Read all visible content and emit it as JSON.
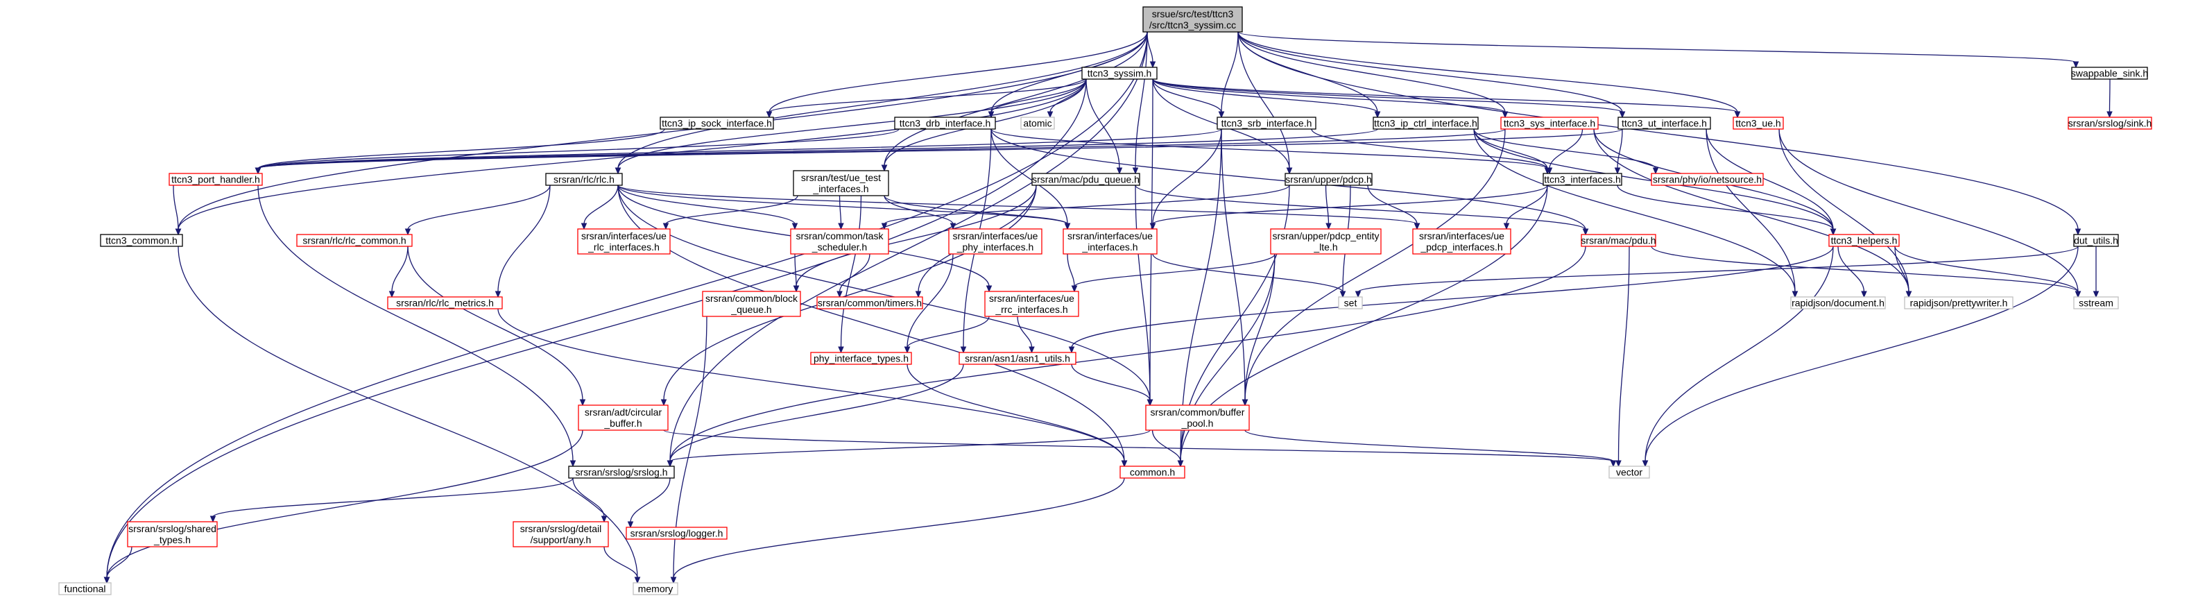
{
  "colors": {
    "edge": "#191970",
    "documented_border": "#000000",
    "undocumented_border": "#ff0000",
    "external_border": "#bfbfbf",
    "root_fill": "#bfbfbf"
  },
  "legend_kinds": {
    "root": "file being documented",
    "black": "header with documentation",
    "red": "header without documentation",
    "grey": "system / library header"
  },
  "nodes": [
    {
      "id": "root",
      "lines": [
        "srsue/src/test/ttcn3",
        "/src/ttcn3_syssim.cc"
      ],
      "kind": "root"
    },
    {
      "id": "syssim_h",
      "lines": [
        "ttcn3_syssim.h"
      ],
      "kind": "black"
    },
    {
      "id": "swappable_sink",
      "lines": [
        "swappable_sink.h"
      ],
      "kind": "black"
    },
    {
      "id": "srslog_sink",
      "lines": [
        "srsran/srslog/sink.h"
      ],
      "kind": "red"
    },
    {
      "id": "ip_sock",
      "lines": [
        "ttcn3_ip_sock_interface.h"
      ],
      "kind": "black"
    },
    {
      "id": "drb",
      "lines": [
        "ttcn3_drb_interface.h"
      ],
      "kind": "black"
    },
    {
      "id": "atomic",
      "lines": [
        "atomic"
      ],
      "kind": "grey"
    },
    {
      "id": "srb",
      "lines": [
        "ttcn3_srb_interface.h"
      ],
      "kind": "black"
    },
    {
      "id": "ip_ctrl",
      "lines": [
        "ttcn3_ip_ctrl_interface.h"
      ],
      "kind": "black"
    },
    {
      "id": "sys_if",
      "lines": [
        "ttcn3_sys_interface.h"
      ],
      "kind": "red"
    },
    {
      "id": "ut_if",
      "lines": [
        "ttcn3_ut_interface.h"
      ],
      "kind": "black"
    },
    {
      "id": "ttcn3_ue",
      "lines": [
        "ttcn3_ue.h"
      ],
      "kind": "red"
    },
    {
      "id": "port_handler",
      "lines": [
        "ttcn3_port_handler.h"
      ],
      "kind": "red"
    },
    {
      "id": "rlc",
      "lines": [
        "srsran/rlc/rlc.h"
      ],
      "kind": "black"
    },
    {
      "id": "ue_test_if",
      "lines": [
        "srsran/test/ue_test",
        "_interfaces.h"
      ],
      "kind": "black"
    },
    {
      "id": "pdu_queue",
      "lines": [
        "srsran/mac/pdu_queue.h"
      ],
      "kind": "black"
    },
    {
      "id": "pdcp",
      "lines": [
        "srsran/upper/pdcp.h"
      ],
      "kind": "black"
    },
    {
      "id": "ttcn3_ifs",
      "lines": [
        "ttcn3_interfaces.h"
      ],
      "kind": "black"
    },
    {
      "id": "netsource",
      "lines": [
        "srsran/phy/io/netsource.h"
      ],
      "kind": "red"
    },
    {
      "id": "ttcn3_common",
      "lines": [
        "ttcn3_common.h"
      ],
      "kind": "black"
    },
    {
      "id": "rlc_common",
      "lines": [
        "srsran/rlc/rlc_common.h"
      ],
      "kind": "red"
    },
    {
      "id": "rlc_ifs",
      "lines": [
        "srsran/interfaces/ue",
        "_rlc_interfaces.h"
      ],
      "kind": "red"
    },
    {
      "id": "task_sched",
      "lines": [
        "srsran/common/task",
        "_scheduler.h"
      ],
      "kind": "red"
    },
    {
      "id": "phy_ifs",
      "lines": [
        "srsran/interfaces/ue",
        "_phy_interfaces.h"
      ],
      "kind": "red"
    },
    {
      "id": "ue_ifs",
      "lines": [
        "srsran/interfaces/ue",
        "_interfaces.h"
      ],
      "kind": "red"
    },
    {
      "id": "pdcp_entity",
      "lines": [
        "srsran/upper/pdcp_entity",
        "_lte.h"
      ],
      "kind": "red"
    },
    {
      "id": "pdcp_ifs",
      "lines": [
        "srsran/interfaces/ue",
        "_pdcp_interfaces.h"
      ],
      "kind": "red"
    },
    {
      "id": "mac_pdu",
      "lines": [
        "srsran/mac/pdu.h"
      ],
      "kind": "red"
    },
    {
      "id": "helpers",
      "lines": [
        "ttcn3_helpers.h"
      ],
      "kind": "red"
    },
    {
      "id": "dut_utils",
      "lines": [
        "dut_utils.h"
      ],
      "kind": "black"
    },
    {
      "id": "rlc_metrics",
      "lines": [
        "srsran/rlc/rlc_metrics.h"
      ],
      "kind": "red"
    },
    {
      "id": "block_queue",
      "lines": [
        "srsran/common/block",
        "_queue.h"
      ],
      "kind": "red"
    },
    {
      "id": "timers",
      "lines": [
        "srsran/common/timers.h"
      ],
      "kind": "red"
    },
    {
      "id": "rrc_ifs",
      "lines": [
        "srsran/interfaces/ue",
        "_rrc_interfaces.h"
      ],
      "kind": "red"
    },
    {
      "id": "set",
      "lines": [
        "set"
      ],
      "kind": "grey"
    },
    {
      "id": "rj_doc",
      "lines": [
        "rapidjson/document.h"
      ],
      "kind": "grey"
    },
    {
      "id": "rj_pw",
      "lines": [
        "rapidjson/prettywriter.h"
      ],
      "kind": "grey"
    },
    {
      "id": "sstream",
      "lines": [
        "sstream"
      ],
      "kind": "grey"
    },
    {
      "id": "phy_types",
      "lines": [
        "phy_interface_types.h"
      ],
      "kind": "red"
    },
    {
      "id": "asn1_utils",
      "lines": [
        "srsran/asn1/asn1_utils.h"
      ],
      "kind": "red"
    },
    {
      "id": "circ_buf",
      "lines": [
        "srsran/adt/circular",
        "_buffer.h"
      ],
      "kind": "red"
    },
    {
      "id": "buffer_pool",
      "lines": [
        "srsran/common/buffer",
        "_pool.h"
      ],
      "kind": "red"
    },
    {
      "id": "srslog",
      "lines": [
        "srsran/srslog/srslog.h"
      ],
      "kind": "black"
    },
    {
      "id": "common",
      "lines": [
        "common.h"
      ],
      "kind": "red"
    },
    {
      "id": "vector",
      "lines": [
        "vector"
      ],
      "kind": "grey"
    },
    {
      "id": "shared_types",
      "lines": [
        "srsran/srslog/shared",
        "_types.h"
      ],
      "kind": "red"
    },
    {
      "id": "detail_any",
      "lines": [
        "srsran/srslog/detail",
        "/support/any.h"
      ],
      "kind": "red"
    },
    {
      "id": "logger",
      "lines": [
        "srsran/srslog/logger.h"
      ],
      "kind": "red"
    },
    {
      "id": "functional",
      "lines": [
        "functional"
      ],
      "kind": "grey"
    },
    {
      "id": "memory",
      "lines": [
        "memory"
      ],
      "kind": "grey"
    }
  ],
  "edges": [
    [
      "root",
      "syssim_h"
    ],
    [
      "root",
      "swappable_sink"
    ],
    [
      "root",
      "ip_sock"
    ],
    [
      "root",
      "drb"
    ],
    [
      "root",
      "srb"
    ],
    [
      "root",
      "ip_ctrl"
    ],
    [
      "root",
      "sys_if"
    ],
    [
      "root",
      "ut_if"
    ],
    [
      "root",
      "ttcn3_ue"
    ],
    [
      "root",
      "ue_test_if"
    ],
    [
      "root",
      "pdu_queue"
    ],
    [
      "root",
      "pdcp"
    ],
    [
      "root",
      "rlc"
    ],
    [
      "root",
      "ttcn3_common"
    ],
    [
      "root",
      "dut_utils"
    ],
    [
      "root",
      "srslog"
    ],
    [
      "root",
      "functional"
    ],
    [
      "swappable_sink",
      "srslog_sink"
    ],
    [
      "syssim_h",
      "ip_sock"
    ],
    [
      "syssim_h",
      "drb"
    ],
    [
      "syssim_h",
      "atomic"
    ],
    [
      "syssim_h",
      "srb"
    ],
    [
      "syssim_h",
      "ip_ctrl"
    ],
    [
      "syssim_h",
      "sys_if"
    ],
    [
      "syssim_h",
      "ut_if"
    ],
    [
      "syssim_h",
      "ttcn3_ue"
    ],
    [
      "syssim_h",
      "rlc"
    ],
    [
      "syssim_h",
      "ue_test_if"
    ],
    [
      "syssim_h",
      "pdu_queue"
    ],
    [
      "syssim_h",
      "pdcp"
    ],
    [
      "syssim_h",
      "ttcn3_common"
    ],
    [
      "syssim_h",
      "buffer_pool"
    ],
    [
      "syssim_h",
      "functional"
    ],
    [
      "ip_sock",
      "port_handler"
    ],
    [
      "drb",
      "port_handler"
    ],
    [
      "drb",
      "ue_ifs"
    ],
    [
      "drb",
      "mac_pdu"
    ],
    [
      "drb",
      "ttcn3_ifs"
    ],
    [
      "drb",
      "asn1_utils"
    ],
    [
      "srb",
      "port_handler"
    ],
    [
      "srb",
      "ue_ifs"
    ],
    [
      "srb",
      "ttcn3_ifs"
    ],
    [
      "srb",
      "buffer_pool"
    ],
    [
      "srb",
      "common"
    ],
    [
      "ip_ctrl",
      "port_handler"
    ],
    [
      "ip_ctrl",
      "ttcn3_ifs"
    ],
    [
      "ip_ctrl",
      "netsource"
    ],
    [
      "ip_ctrl",
      "helpers"
    ],
    [
      "ip_ctrl",
      "rj_doc"
    ],
    [
      "sys_if",
      "ttcn3_ifs"
    ],
    [
      "sys_if",
      "helpers"
    ],
    [
      "sys_if",
      "port_handler"
    ],
    [
      "sys_if",
      "buffer_pool"
    ],
    [
      "sys_if",
      "rj_pw"
    ],
    [
      "ut_if",
      "ttcn3_ifs"
    ],
    [
      "ut_if",
      "helpers"
    ],
    [
      "ut_if",
      "port_handler"
    ],
    [
      "ut_if",
      "rj_doc"
    ],
    [
      "ttcn3_ue",
      "rj_pw"
    ],
    [
      "ttcn3_ue",
      "sstream"
    ],
    [
      "port_handler",
      "ttcn3_common"
    ],
    [
      "port_handler",
      "srslog"
    ],
    [
      "ttcn3_common",
      "memory"
    ],
    [
      "rlc",
      "rlc_common"
    ],
    [
      "rlc",
      "rlc_ifs"
    ],
    [
      "rlc",
      "task_sched"
    ],
    [
      "rlc",
      "ue_ifs"
    ],
    [
      "rlc",
      "rlc_metrics"
    ],
    [
      "rlc",
      "common"
    ],
    [
      "rlc",
      "buffer_pool"
    ],
    [
      "rlc",
      "rrc_ifs"
    ],
    [
      "rlc",
      "pdcp_ifs"
    ],
    [
      "ue_test_if",
      "rlc_ifs"
    ],
    [
      "ue_test_if",
      "task_sched"
    ],
    [
      "ue_test_if",
      "phy_ifs"
    ],
    [
      "ue_test_if",
      "ue_ifs"
    ],
    [
      "ue_test_if",
      "phy_types"
    ],
    [
      "pdu_queue",
      "block_queue"
    ],
    [
      "pdu_queue",
      "timers"
    ],
    [
      "pdu_queue",
      "mac_pdu"
    ],
    [
      "pdu_queue",
      "buffer_pool"
    ],
    [
      "pdu_queue",
      "circ_buf"
    ],
    [
      "pdcp",
      "pdcp_entity"
    ],
    [
      "pdcp",
      "pdcp_ifs"
    ],
    [
      "pdcp",
      "task_sched"
    ],
    [
      "pdcp",
      "set"
    ],
    [
      "pdcp",
      "common"
    ],
    [
      "ttcn3_ifs",
      "pdcp_ifs"
    ],
    [
      "ttcn3_ifs",
      "ue_ifs"
    ],
    [
      "ttcn3_ifs",
      "common"
    ],
    [
      "ttcn3_ifs",
      "helpers"
    ],
    [
      "rlc_common",
      "rlc_metrics"
    ],
    [
      "rlc_common",
      "circ_buf"
    ],
    [
      "rlc_metrics",
      "common"
    ],
    [
      "task_sched",
      "block_queue"
    ],
    [
      "task_sched",
      "timers"
    ],
    [
      "phy_ifs",
      "phy_types"
    ],
    [
      "ue_ifs",
      "rrc_ifs"
    ],
    [
      "ue_ifs",
      "set"
    ],
    [
      "pdcp_entity",
      "rrc_ifs"
    ],
    [
      "pdcp_entity",
      "buffer_pool"
    ],
    [
      "pdcp_entity",
      "common"
    ],
    [
      "mac_pdu",
      "vector"
    ],
    [
      "mac_pdu",
      "sstream"
    ],
    [
      "mac_pdu",
      "srslog"
    ],
    [
      "helpers",
      "rj_doc"
    ],
    [
      "helpers",
      "rj_pw"
    ],
    [
      "helpers",
      "sstream"
    ],
    [
      "helpers",
      "vector"
    ],
    [
      "helpers",
      "asn1_utils"
    ],
    [
      "dut_utils",
      "sstream"
    ],
    [
      "dut_utils",
      "vector"
    ],
    [
      "dut_utils",
      "set"
    ],
    [
      "block_queue",
      "memory"
    ],
    [
      "rrc_ifs",
      "phy_types"
    ],
    [
      "rrc_ifs",
      "asn1_utils"
    ],
    [
      "phy_types",
      "common"
    ],
    [
      "asn1_utils",
      "srslog"
    ],
    [
      "asn1_utils",
      "buffer_pool"
    ],
    [
      "circ_buf",
      "functional"
    ],
    [
      "circ_buf",
      "vector"
    ],
    [
      "buffer_pool",
      "srslog"
    ],
    [
      "buffer_pool",
      "common"
    ],
    [
      "buffer_pool",
      "vector"
    ],
    [
      "srslog",
      "shared_types"
    ],
    [
      "srslog",
      "detail_any"
    ],
    [
      "srslog",
      "logger"
    ],
    [
      "shared_types",
      "functional"
    ],
    [
      "detail_any",
      "memory"
    ],
    [
      "common",
      "memory"
    ]
  ]
}
